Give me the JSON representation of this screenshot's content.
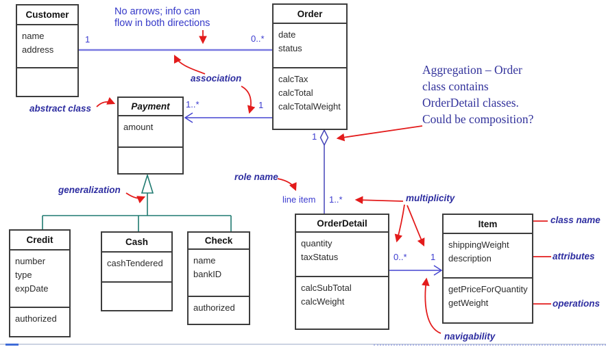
{
  "classes": {
    "customer": {
      "title": "Customer",
      "attributes": "name\naddress",
      "operations": ""
    },
    "order": {
      "title": "Order",
      "attributes": "date\nstatus",
      "operations": "calcTax\ncalcTotal\ncalcTotalWeight"
    },
    "payment": {
      "title": "Payment",
      "attributes": "amount",
      "operations": ""
    },
    "credit": {
      "title": "Credit",
      "attributes": "number\ntype\nexpDate",
      "operations": "authorized"
    },
    "cash": {
      "title": "Cash",
      "attributes": "cashTendered",
      "operations": ""
    },
    "check": {
      "title": "Check",
      "attributes": "name\nbankID",
      "operations": "authorized"
    },
    "orderdetail": {
      "title": "OrderDetail",
      "attributes": "quantity\ntaxStatus",
      "operations": "calcSubTotal\ncalcWeight"
    },
    "item": {
      "title": "Item",
      "attributes": "shippingWeight\ndescription",
      "operations": "getPriceForQuantity\ngetWeight"
    }
  },
  "multiplicities": {
    "customer_end": "1",
    "order_end": "0..*",
    "payment_end": "1..*",
    "order_payment_end": "1",
    "aggregation_end": "1",
    "role_name_value": "line item",
    "line_item_mult": "1..*",
    "orderdetail_end": "0..*",
    "item_end": "1"
  },
  "annotations": {
    "no_arrows_note": "No arrows; info can\nflow in both directions",
    "association": "association",
    "abstract_class": "abstract class",
    "generalization": "generalization",
    "role_name": "role name",
    "multiplicity": "multiplicity",
    "navigability": "navigability",
    "class_name": "class name",
    "attributes": "attributes",
    "operations": "operations",
    "aggregation_note": "Aggregation – Order\nclass contains\nOrderDetail classes.\nCould be composition?"
  },
  "colors": {
    "association_blue": "#4343d0",
    "association_light_blue": "#7878e0",
    "aggregation_blue": "#4343b8",
    "generalization_teal": "#1f7a70",
    "annotation_red": "#e31b1b",
    "annotation_blue_text": "#2d2da0",
    "note_blue_text": "#3438c8",
    "serif_note_navy": "#32329b",
    "box_border": "#3c3c3c"
  }
}
